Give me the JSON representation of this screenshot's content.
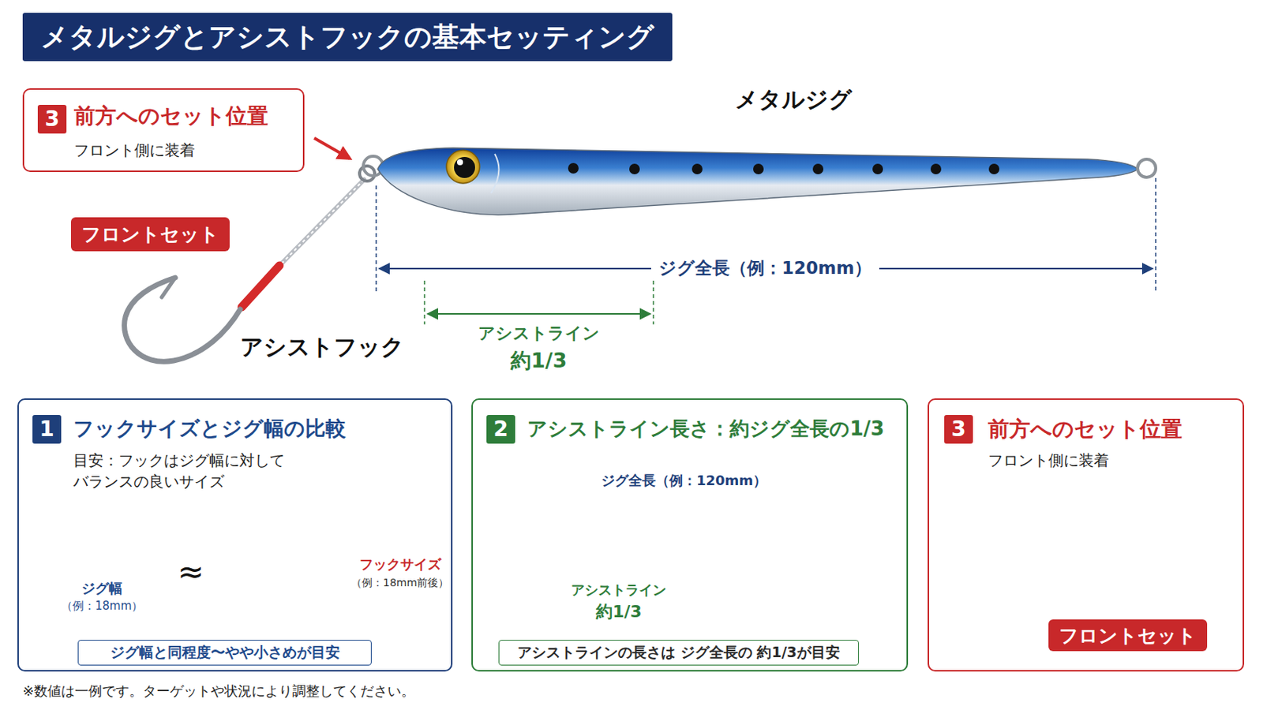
{
  "diagram": {
    "title": "メタルジグとアシストフックの基本セッティング",
    "caption": "※数値は一例です。ターゲットや状況により調整してください。",
    "nodes": [
      {
        "text": [
          "3",
          "前方へのセット位置",
          "フロント側に装着"
        ]
      },
      {
        "text": [
          "フロントセット"
        ]
      },
      {
        "text": [
          "1",
          "フックサイズとジグ幅の比較",
          "目安：フックはジグ幅に対して バランスの良いサイズ"
        ]
      },
      {
        "text": [
          "ジグ幅と同程度〜やや小さめが目安"
        ],
        "in": 2
      },
      {
        "text": [
          "2",
          "アシストライン長さ：約ジグ全長の1/3"
        ]
      },
      {
        "text": [
          "アシストラインの長さは ジグ全長の 約1/3が目安"
        ],
        "in": 4
      },
      {
        "text": [
          "3",
          "前方へのセット位置",
          "フロント側に装着"
        ]
      },
      {
        "text": [
          "フロントセット"
        ],
        "in": 6
      }
    ],
    "labels": [
      "メタルジグ",
      "ジグ全長（例：120mm）",
      "アシストライン",
      "約1/3",
      "アシストフック",
      "ジグ幅",
      "（例：18mm）",
      "≈",
      "フックサイズ",
      "（例：18mm前後）",
      "ジグ全長（例：120mm）",
      "アシストライン",
      "約1/3"
    ]
  }
}
